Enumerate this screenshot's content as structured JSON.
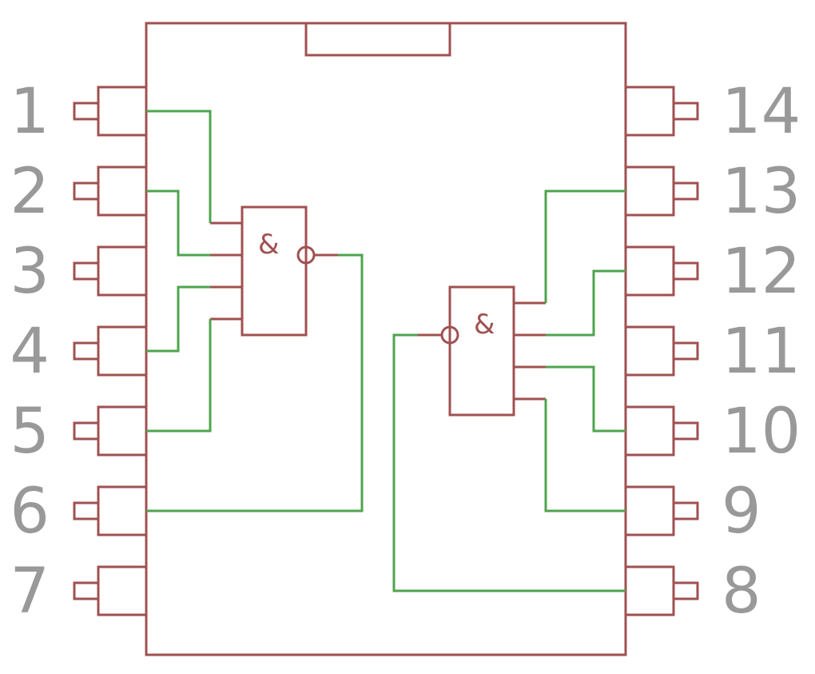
{
  "colors": {
    "outline": "#a05050",
    "wire": "#4ea44e",
    "label": "#999999",
    "background": "#ffffff"
  },
  "pins": {
    "left": [
      "1",
      "2",
      "3",
      "4",
      "5",
      "6",
      "7"
    ],
    "right": [
      "14",
      "13",
      "12",
      "11",
      "10",
      "9",
      "8"
    ]
  },
  "gates": [
    {
      "symbol": "&",
      "type": "NAND",
      "inputs": [
        "1",
        "2",
        "4",
        "5"
      ],
      "output": "6"
    },
    {
      "symbol": "&",
      "type": "NAND",
      "inputs": [
        "13",
        "12",
        "10",
        "9"
      ],
      "output": "8"
    }
  ]
}
